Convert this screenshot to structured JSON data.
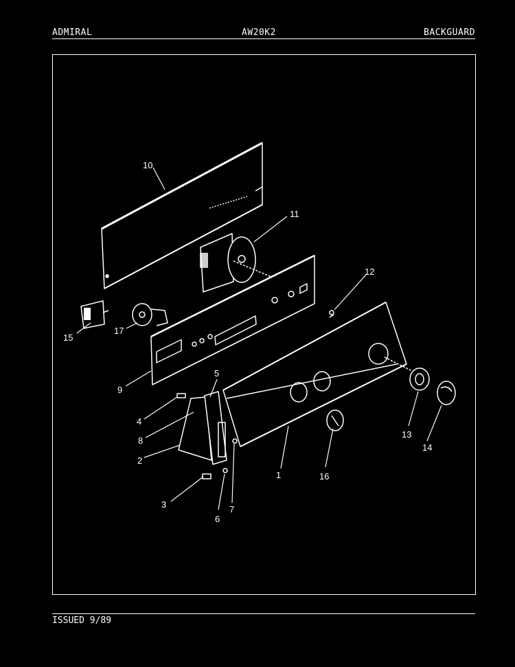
{
  "header": {
    "brand": "ADMIRAL",
    "model": "AW20K2",
    "section": "BACKGUARD"
  },
  "footer": {
    "issued": "ISSUED 9/89"
  },
  "callouts": {
    "c1": "1",
    "c2": "2",
    "c3": "3",
    "c4": "4",
    "c5": "5",
    "c6": "6",
    "c7": "7",
    "c8": "8",
    "c9": "9",
    "c10": "10",
    "c11": "11",
    "c12": "12",
    "c13": "13",
    "c14": "14",
    "c15": "15",
    "c16": "16",
    "c17": "17"
  },
  "colors": {
    "background": "#000000",
    "line": "#ffffff"
  }
}
